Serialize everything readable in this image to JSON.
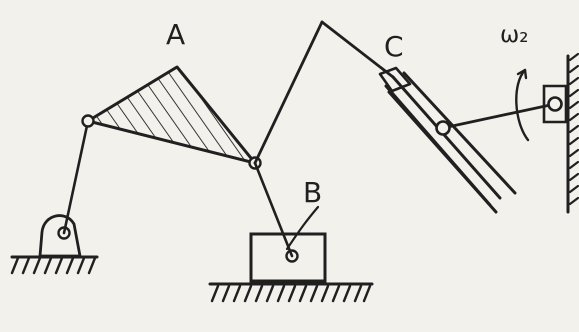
{
  "diagram": {
    "labels": {
      "a": "A",
      "b": "B",
      "c": "C",
      "omega": "ω₂"
    },
    "colors": {
      "ink": "#202020",
      "paper": "#f3f1ec"
    }
  }
}
